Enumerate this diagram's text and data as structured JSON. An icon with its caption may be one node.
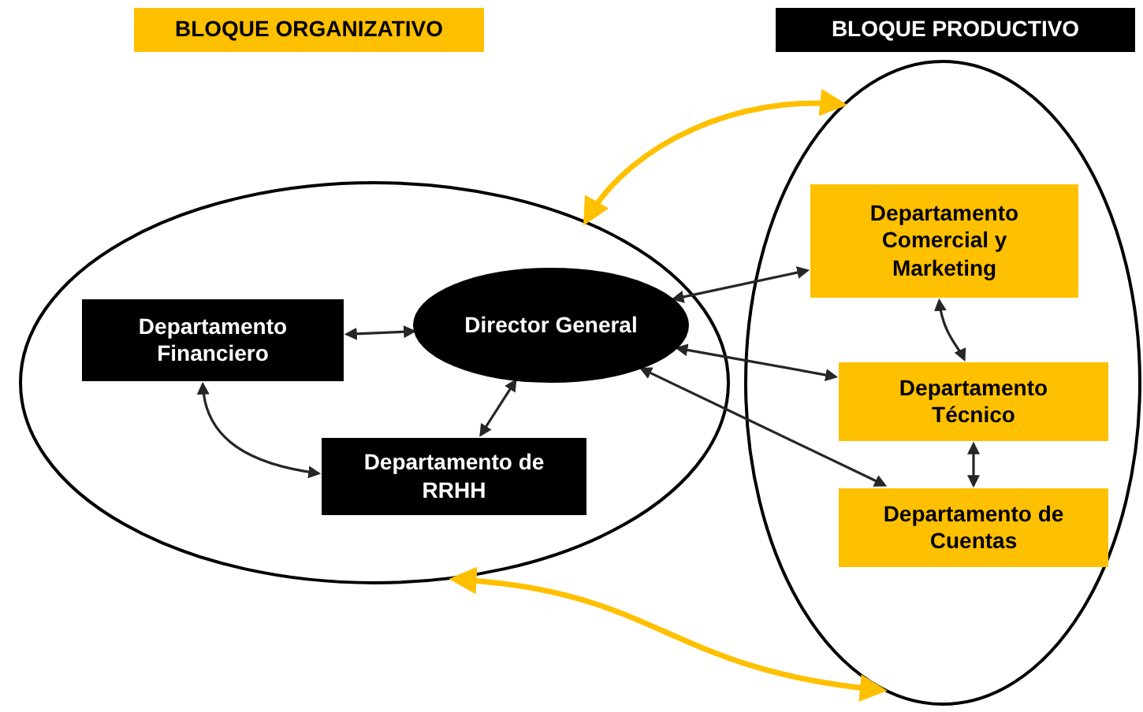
{
  "diagram": {
    "nodes": [
      {
        "text": [
          "BLOQUE ORGANIZATIVO"
        ]
      },
      {
        "text": [
          "BLOQUE PRODUCTIVO"
        ]
      },
      {
        "text": [],
        "shape": "ellipse"
      },
      {
        "text": [
          "Departamento Financiero"
        ],
        "in": 2
      },
      {
        "text": [
          "Director General"
        ],
        "in": 2
      },
      {
        "text": [
          "Departamento de RRHH"
        ],
        "in": 2
      },
      {
        "text": [],
        "shape": "ellipse"
      },
      {
        "text": [
          "Departamento Comercial y Marketing"
        ],
        "in": 6
      },
      {
        "text": [
          "Departamento Técnico"
        ],
        "in": 6
      },
      {
        "text": [
          "Departamento de Cuentas"
        ],
        "in": 6
      }
    ],
    "edges": [
      {
        "from": 3,
        "to": 4,
        "arrow": "both"
      },
      {
        "from": 3,
        "to": 5,
        "arrow": "both"
      },
      {
        "from": 5,
        "to": 4,
        "arrow": "both"
      },
      {
        "from": 4,
        "to": 7,
        "arrow": "both"
      },
      {
        "from": 4,
        "to": 8,
        "arrow": "both"
      },
      {
        "from": 4,
        "to": 9,
        "arrow": "both"
      },
      {
        "from": 7,
        "to": 8,
        "arrow": "both"
      },
      {
        "from": 8,
        "to": 9,
        "arrow": "both"
      },
      {
        "from": 2,
        "to": 6,
        "arrow": "both",
        "style": "thick",
        "color": "#ffc000"
      },
      {
        "from": 2,
        "to": 6,
        "arrow": "both",
        "style": "thick",
        "color": "#ffc000"
      }
    ]
  }
}
